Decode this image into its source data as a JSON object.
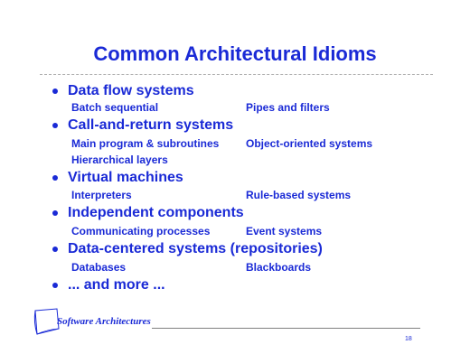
{
  "slide": {
    "title": "Common Architectural Idioms",
    "bullets": [
      {
        "label": "Data flow systems",
        "subitems": [
          "Batch sequential",
          "Pipes and filters"
        ]
      },
      {
        "label": "Call-and-return systems",
        "subitems": [
          "Main program & subroutines",
          "Object-oriented systems",
          "Hierarchical layers"
        ]
      },
      {
        "label": "Virtual machines",
        "subitems": [
          "Interpreters",
          "Rule-based systems"
        ]
      },
      {
        "label": "Independent components",
        "subitems": [
          "Communicating processes",
          "Event systems"
        ]
      },
      {
        "label": "Data-centered systems (repositories)",
        "subitems": [
          "Databases",
          "Blackboards"
        ]
      },
      {
        "label": "... and more ...",
        "subitems": []
      }
    ],
    "footer": {
      "text": "Software Architectures",
      "page_number": "18"
    }
  },
  "colors": {
    "accent": "#1a2ad6",
    "rule": "#808080"
  }
}
